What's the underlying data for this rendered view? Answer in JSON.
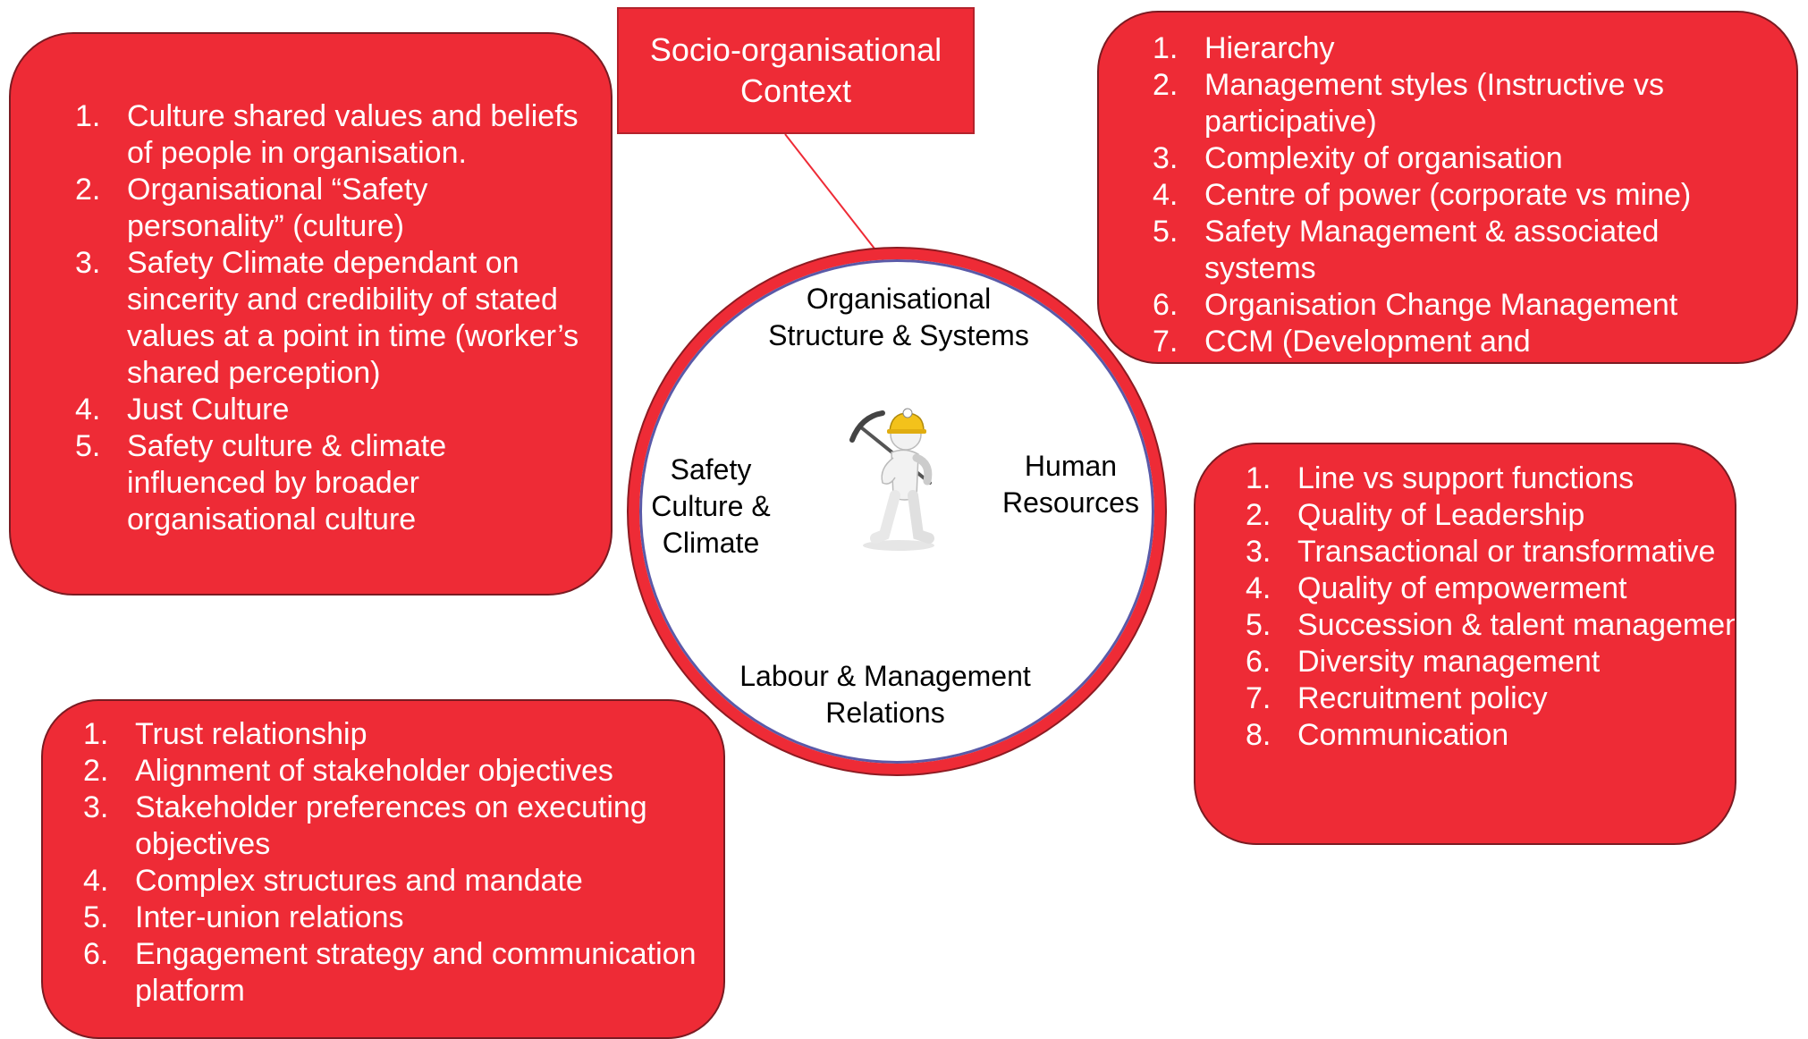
{
  "title": "Socio-organisational Context",
  "circle": {
    "top_label": "Organisational Structure & Systems",
    "left_label": "Safety Culture & Climate",
    "right_label": "Human Resources",
    "bottom_label": "Labour & Management Relations",
    "center_icon": "miner-figure-icon"
  },
  "boxes": {
    "culture": {
      "items": [
        "Culture shared values and beliefs of people in organisation.",
        "Organisational “Safety personality” (culture)",
        "Safety Climate dependant on sincerity and credibility of stated values at a point in time (worker’s shared perception)",
        "Just Culture",
        "Safety culture & climate influenced by broader organisational culture"
      ]
    },
    "structure": {
      "items": [
        "Hierarchy",
        "Management styles (Instructive vs participative)",
        "Complexity of organisation",
        "Centre of power (corporate vs mine)",
        "Safety Management & associated systems",
        "Organisation Change Management",
        "CCM (Development and"
      ]
    },
    "human_resources": {
      "items": [
        "Line vs support functions",
        "Quality of Leadership",
        "Transactional or transformative",
        "Quality of empowerment",
        "Succession & talent management",
        "Diversity management",
        "Recruitment policy",
        "Communication"
      ]
    },
    "labour": {
      "items": [
        "Trust relationship",
        "Alignment of stakeholder objectives",
        "Stakeholder preferences on executing objectives",
        "Complex structures and mandate",
        "Inter-union relations",
        "Engagement strategy and communication platform"
      ]
    }
  },
  "colors": {
    "box_fill": "#EE2B36",
    "box_border": "#7a1b22",
    "circle_ring": "#EE2B36",
    "circle_inner_line": "#5a5aa8"
  }
}
